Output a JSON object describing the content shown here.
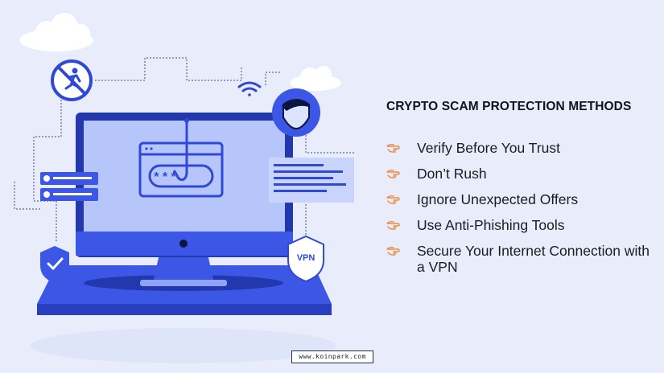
{
  "panel": {
    "title": "CRYPTO SCAM PROTECTION METHODS",
    "methods": [
      "Verify Before You Trust",
      "Don’t Rush",
      "Ignore Unexpected Offers",
      "Use Anti-Phishing Tools",
      "Secure Your Internet Connection with a VPN"
    ]
  },
  "badges": {
    "vpn_label": "VPN",
    "password_mask": "* * *"
  },
  "footer": {
    "url": "www.koinpark.com"
  },
  "icons": {
    "bullet": "pointing-hand-icon",
    "no-running": "no-running-icon",
    "wifi": "wifi-icon",
    "avatar": "user-avatar-icon",
    "shield": "shield-check-icon",
    "vpn": "vpn-shield-icon",
    "phishing": "phishing-hook-icon"
  },
  "colors": {
    "background": "#e8ecfb",
    "primary_blue": "#2f49d6",
    "bullet": "#f08a3c",
    "text": "#1a1c22"
  }
}
